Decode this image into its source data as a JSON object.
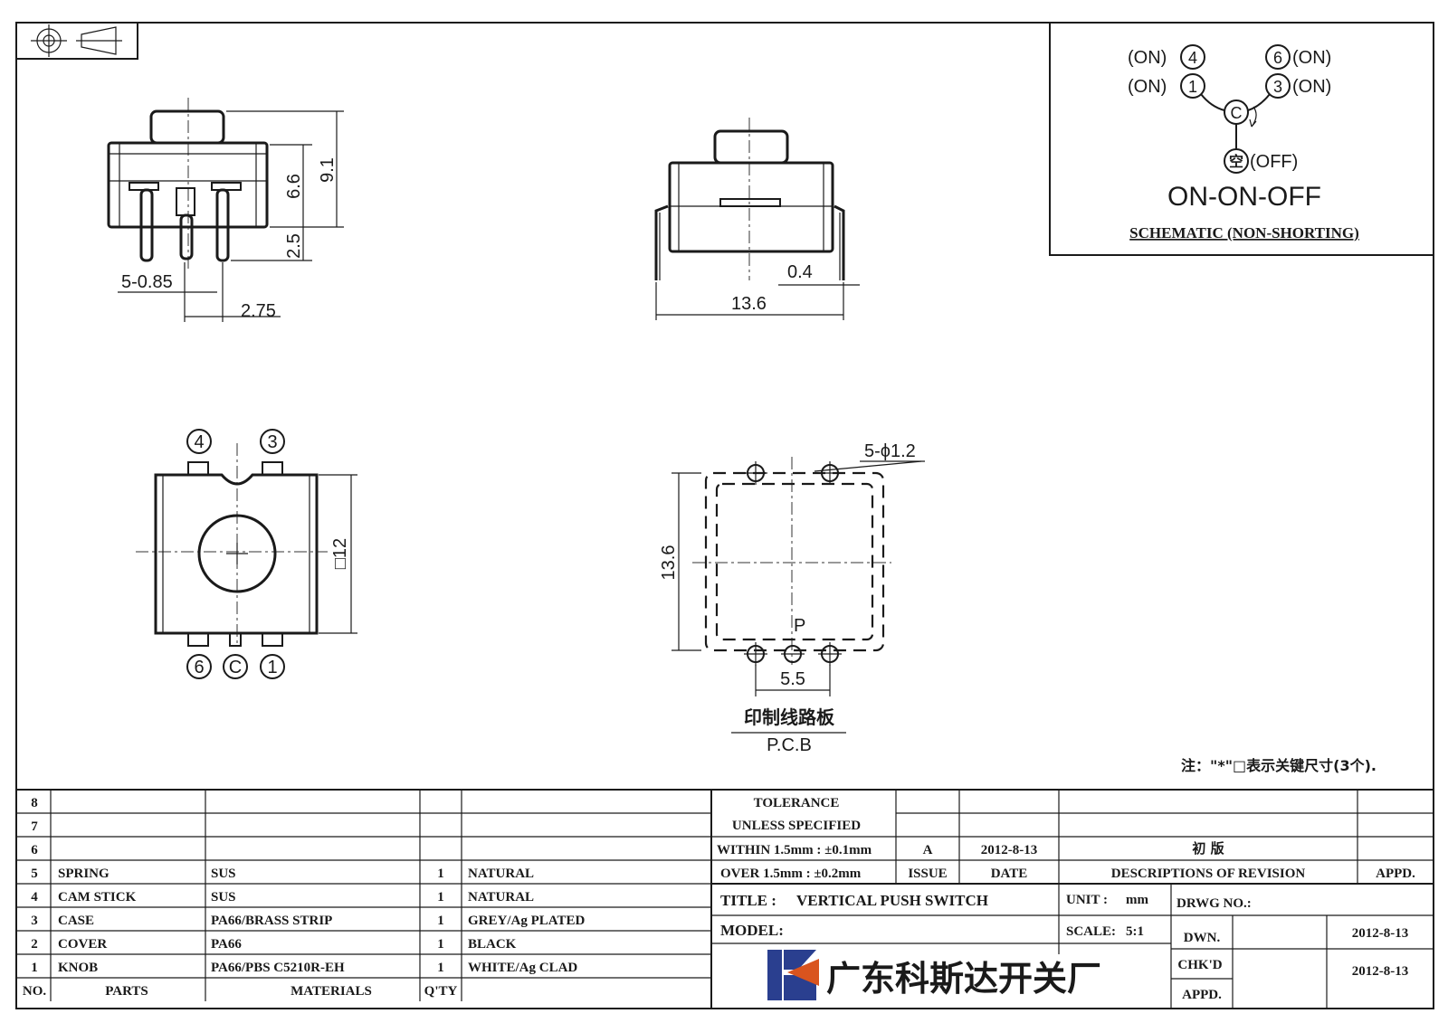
{
  "views": {
    "side": {
      "dim_height_total": "9.1",
      "dim_body": "6.6",
      "dim_pin": "2.5",
      "dim_pin_width": "5-0.85",
      "dim_pitch": "2.75"
    },
    "front": {
      "dim_thickness": "0.4",
      "dim_width": "13.6"
    },
    "bottom": {
      "pins_top": [
        "4",
        "3"
      ],
      "pins_bottom": [
        "6",
        "C",
        "1"
      ],
      "dim_square": "□12"
    },
    "pcb": {
      "dim_holes": "5-ϕ1.2",
      "dim_height": "13.6",
      "dim_pitch": "5.5",
      "label_p": "P",
      "label_cn": "印制线路板",
      "label_en": "P.C.B"
    }
  },
  "schematic": {
    "labels": {
      "on4": "(ON)",
      "n4": "4",
      "n6": "6",
      "on6": "(ON)",
      "on1": "(ON)",
      "n1": "1",
      "n3": "3",
      "on3": "(ON)",
      "nc": "C",
      "n_empty": "空",
      "off": "(OFF)"
    },
    "mode": "ON-ON-OFF",
    "caption": "SCHEMATIC (NON-SHORTING)"
  },
  "note": "注：\"*\"□表示关键尺寸(3个).",
  "parts_table": {
    "rows": [
      {
        "no": "8",
        "part": "",
        "material": "",
        "qty": "",
        "finish": ""
      },
      {
        "no": "7",
        "part": "",
        "material": "",
        "qty": "",
        "finish": ""
      },
      {
        "no": "6",
        "part": "",
        "material": "",
        "qty": "",
        "finish": ""
      },
      {
        "no": "5",
        "part": "SPRING",
        "material": "SUS",
        "qty": "1",
        "finish": "NATURAL"
      },
      {
        "no": "4",
        "part": "CAM STICK",
        "material": "SUS",
        "qty": "1",
        "finish": "NATURAL"
      },
      {
        "no": "3",
        "part": "CASE",
        "material": "PA66/BRASS STRIP",
        "qty": "1",
        "finish": "GREY/Ag PLATED"
      },
      {
        "no": "2",
        "part": "COVER",
        "material": "PA66",
        "qty": "1",
        "finish": "BLACK"
      },
      {
        "no": "1",
        "part": "KNOB",
        "material": "PA66/PBS C5210R-EH",
        "qty": "1",
        "finish": "WHITE/Ag CLAD"
      }
    ],
    "headers": {
      "no": "NO.",
      "part": "PARTS",
      "material": "MATERIALS",
      "qty": "Q'TY"
    }
  },
  "title_block": {
    "tolerance_1": "TOLERANCE",
    "tolerance_2": "UNLESS SPECIFIED",
    "within": "WITHIN 1.5mm : ±0.1mm",
    "over": "OVER 1.5mm : ±0.2mm",
    "rev_issue": "A",
    "rev_date": "2012-8-13",
    "rev_desc": "初 版",
    "h_issue": "ISSUE",
    "h_date": "DATE",
    "h_desc": "DESCRIPTIONS OF REVISION",
    "h_appd": "APPD.",
    "title_label": "TITLE :",
    "title_value": "VERTICAL PUSH SWITCH",
    "unit_label": "UNIT :",
    "unit_value": "mm",
    "drwg_no": "DRWG NO.:",
    "model": "MODEL:",
    "scale_label": "SCALE:",
    "scale_value": "5:1",
    "dwn": "DWN.",
    "dwn_date": "2012-8-13",
    "chkd": "CHK'D",
    "chkd_date": "2012-8-13",
    "appd": "APPD.",
    "company": "广东科斯达开关厂"
  },
  "colors": {
    "ink": "#1a1a1a",
    "logo_blue": "#2a3f8f",
    "logo_orange": "#d9541e"
  }
}
